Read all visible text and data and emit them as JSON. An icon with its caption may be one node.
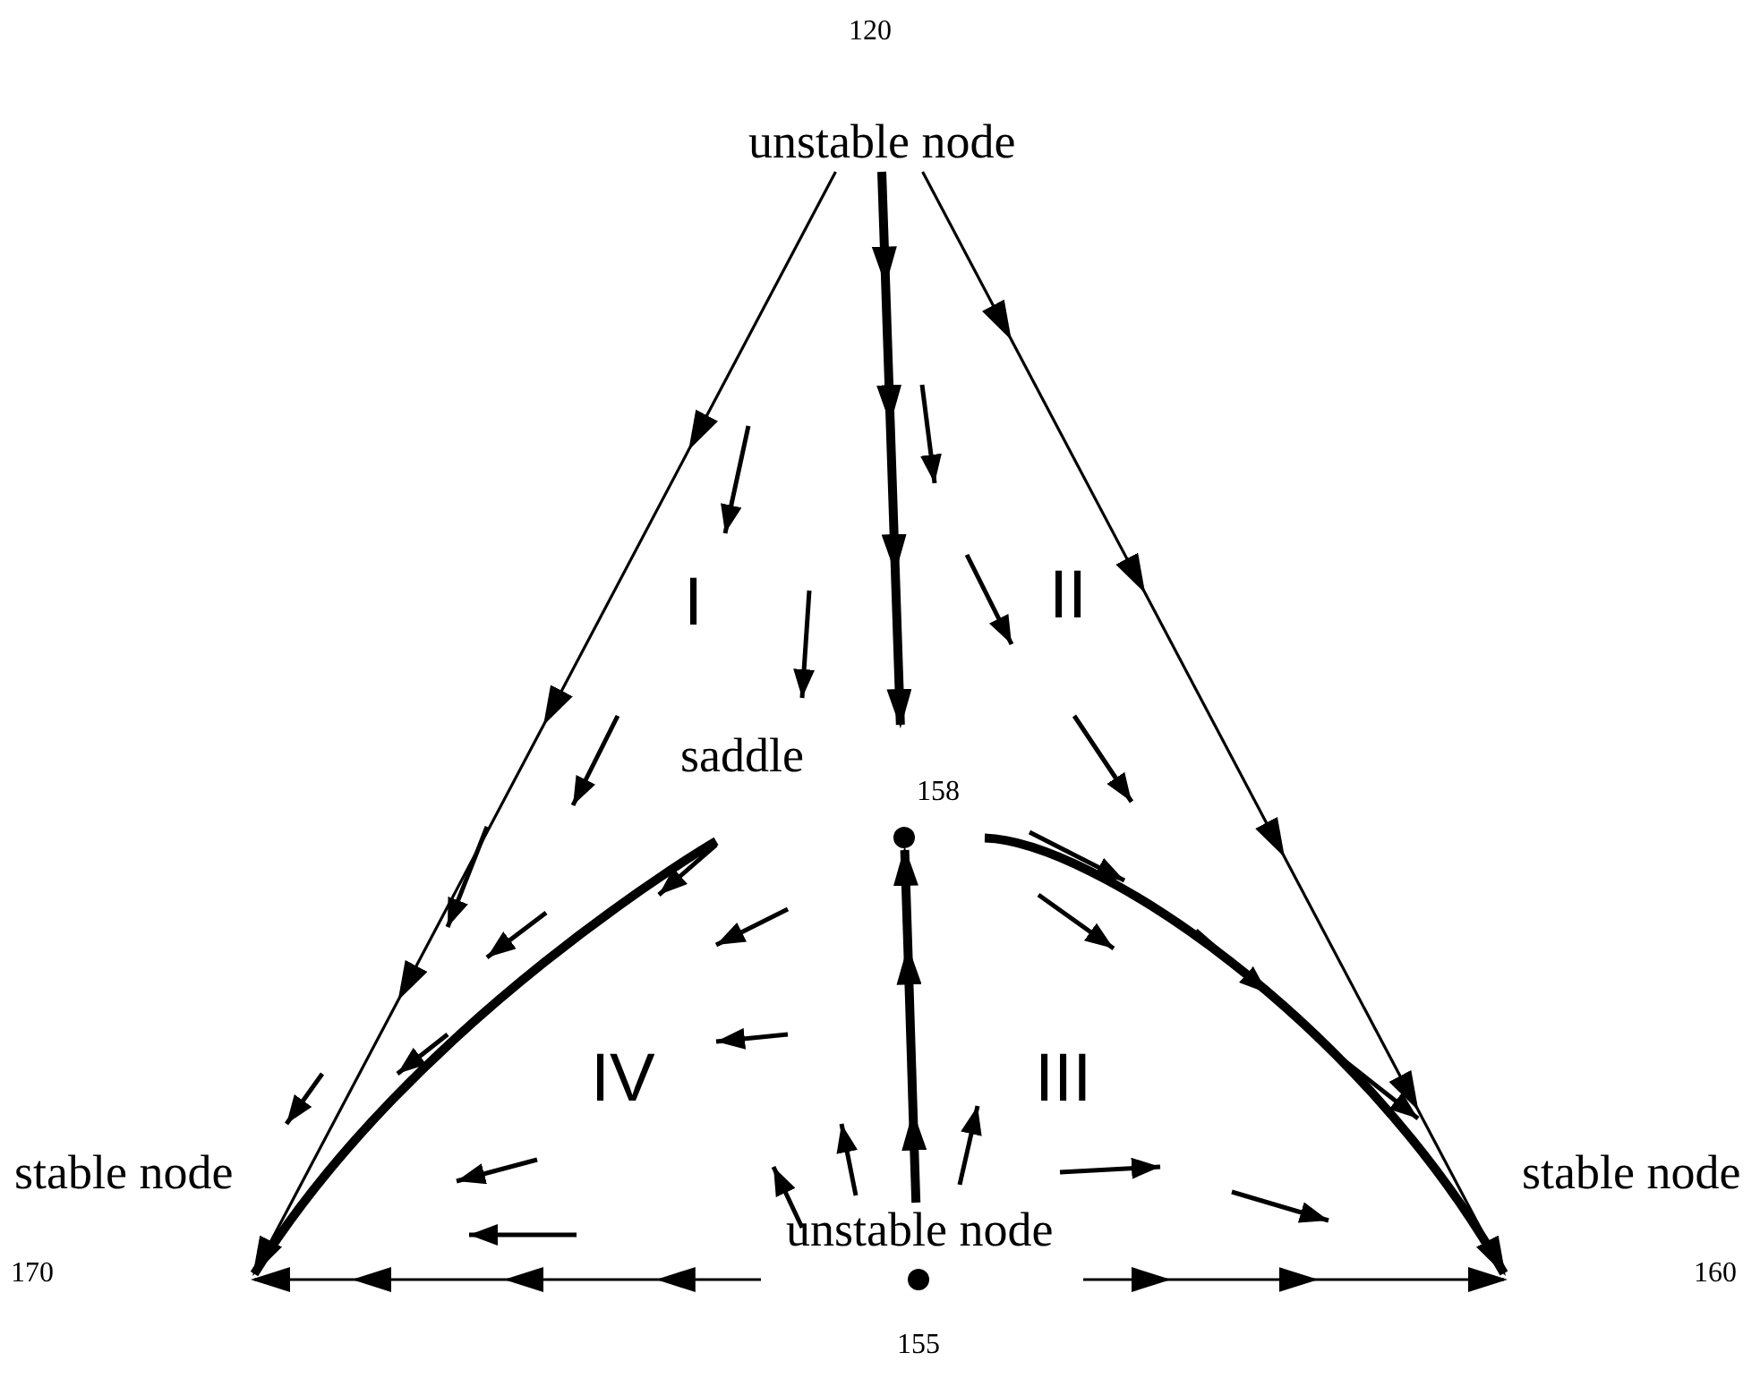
{
  "diagram": {
    "nodes": [
      {
        "text": [
          "unstable node"
        ],
        "beside": [
          "120"
        ]
      },
      {
        "text": [
          "saddle"
        ],
        "beside": [
          "158"
        ]
      },
      {
        "text": [
          "stable node"
        ],
        "beside": [
          "170"
        ]
      },
      {
        "text": [
          "stable node"
        ],
        "beside": [
          "160"
        ]
      },
      {
        "text": [
          "unstable node"
        ],
        "beside": [
          "155"
        ]
      }
    ],
    "edges": [
      {
        "from": 0,
        "to": 2,
        "arrow": "to"
      },
      {
        "from": 0,
        "to": 3,
        "arrow": "to"
      },
      {
        "from": 0,
        "to": 1,
        "arrow": "to",
        "style": "thick"
      },
      {
        "from": 4,
        "to": 1,
        "arrow": "to",
        "style": "thick"
      },
      {
        "from": 4,
        "to": 2,
        "arrow": "to"
      },
      {
        "from": 4,
        "to": 3,
        "arrow": "to"
      },
      {
        "from": 1,
        "to": 2,
        "arrow": "none",
        "style": "thick"
      },
      {
        "from": 1,
        "to": 3,
        "arrow": "none",
        "style": "thick"
      }
    ],
    "labels": [
      "I",
      "II",
      "IV",
      "III"
    ]
  }
}
